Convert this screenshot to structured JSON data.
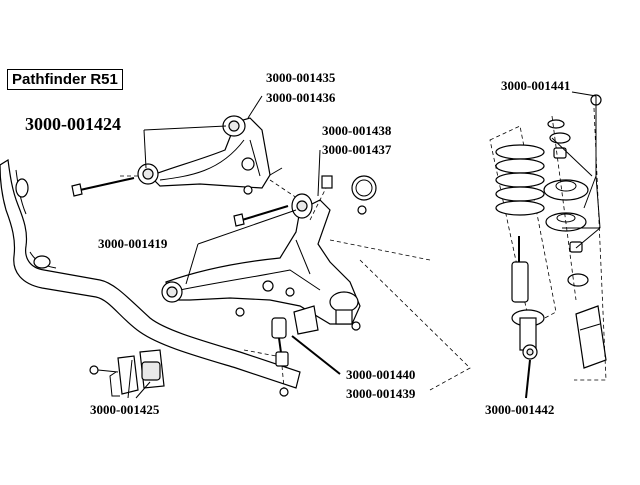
{
  "title": "Pathfinder R51",
  "labels": {
    "upper_arm_bushing": "3000-001424",
    "upper_arm_a": "3000-001435",
    "upper_arm_b": "3000-001436",
    "lower_arm_a": "3000-001438",
    "lower_arm_b": "3000-001437",
    "lower_arm_bushing": "3000-001419",
    "strut_mount": "3000-001441",
    "stab_link_a": "3000-001440",
    "stab_link_b": "3000-001439",
    "stab_bushing": "3000-001425",
    "shock_bushing": "3000-001442"
  }
}
